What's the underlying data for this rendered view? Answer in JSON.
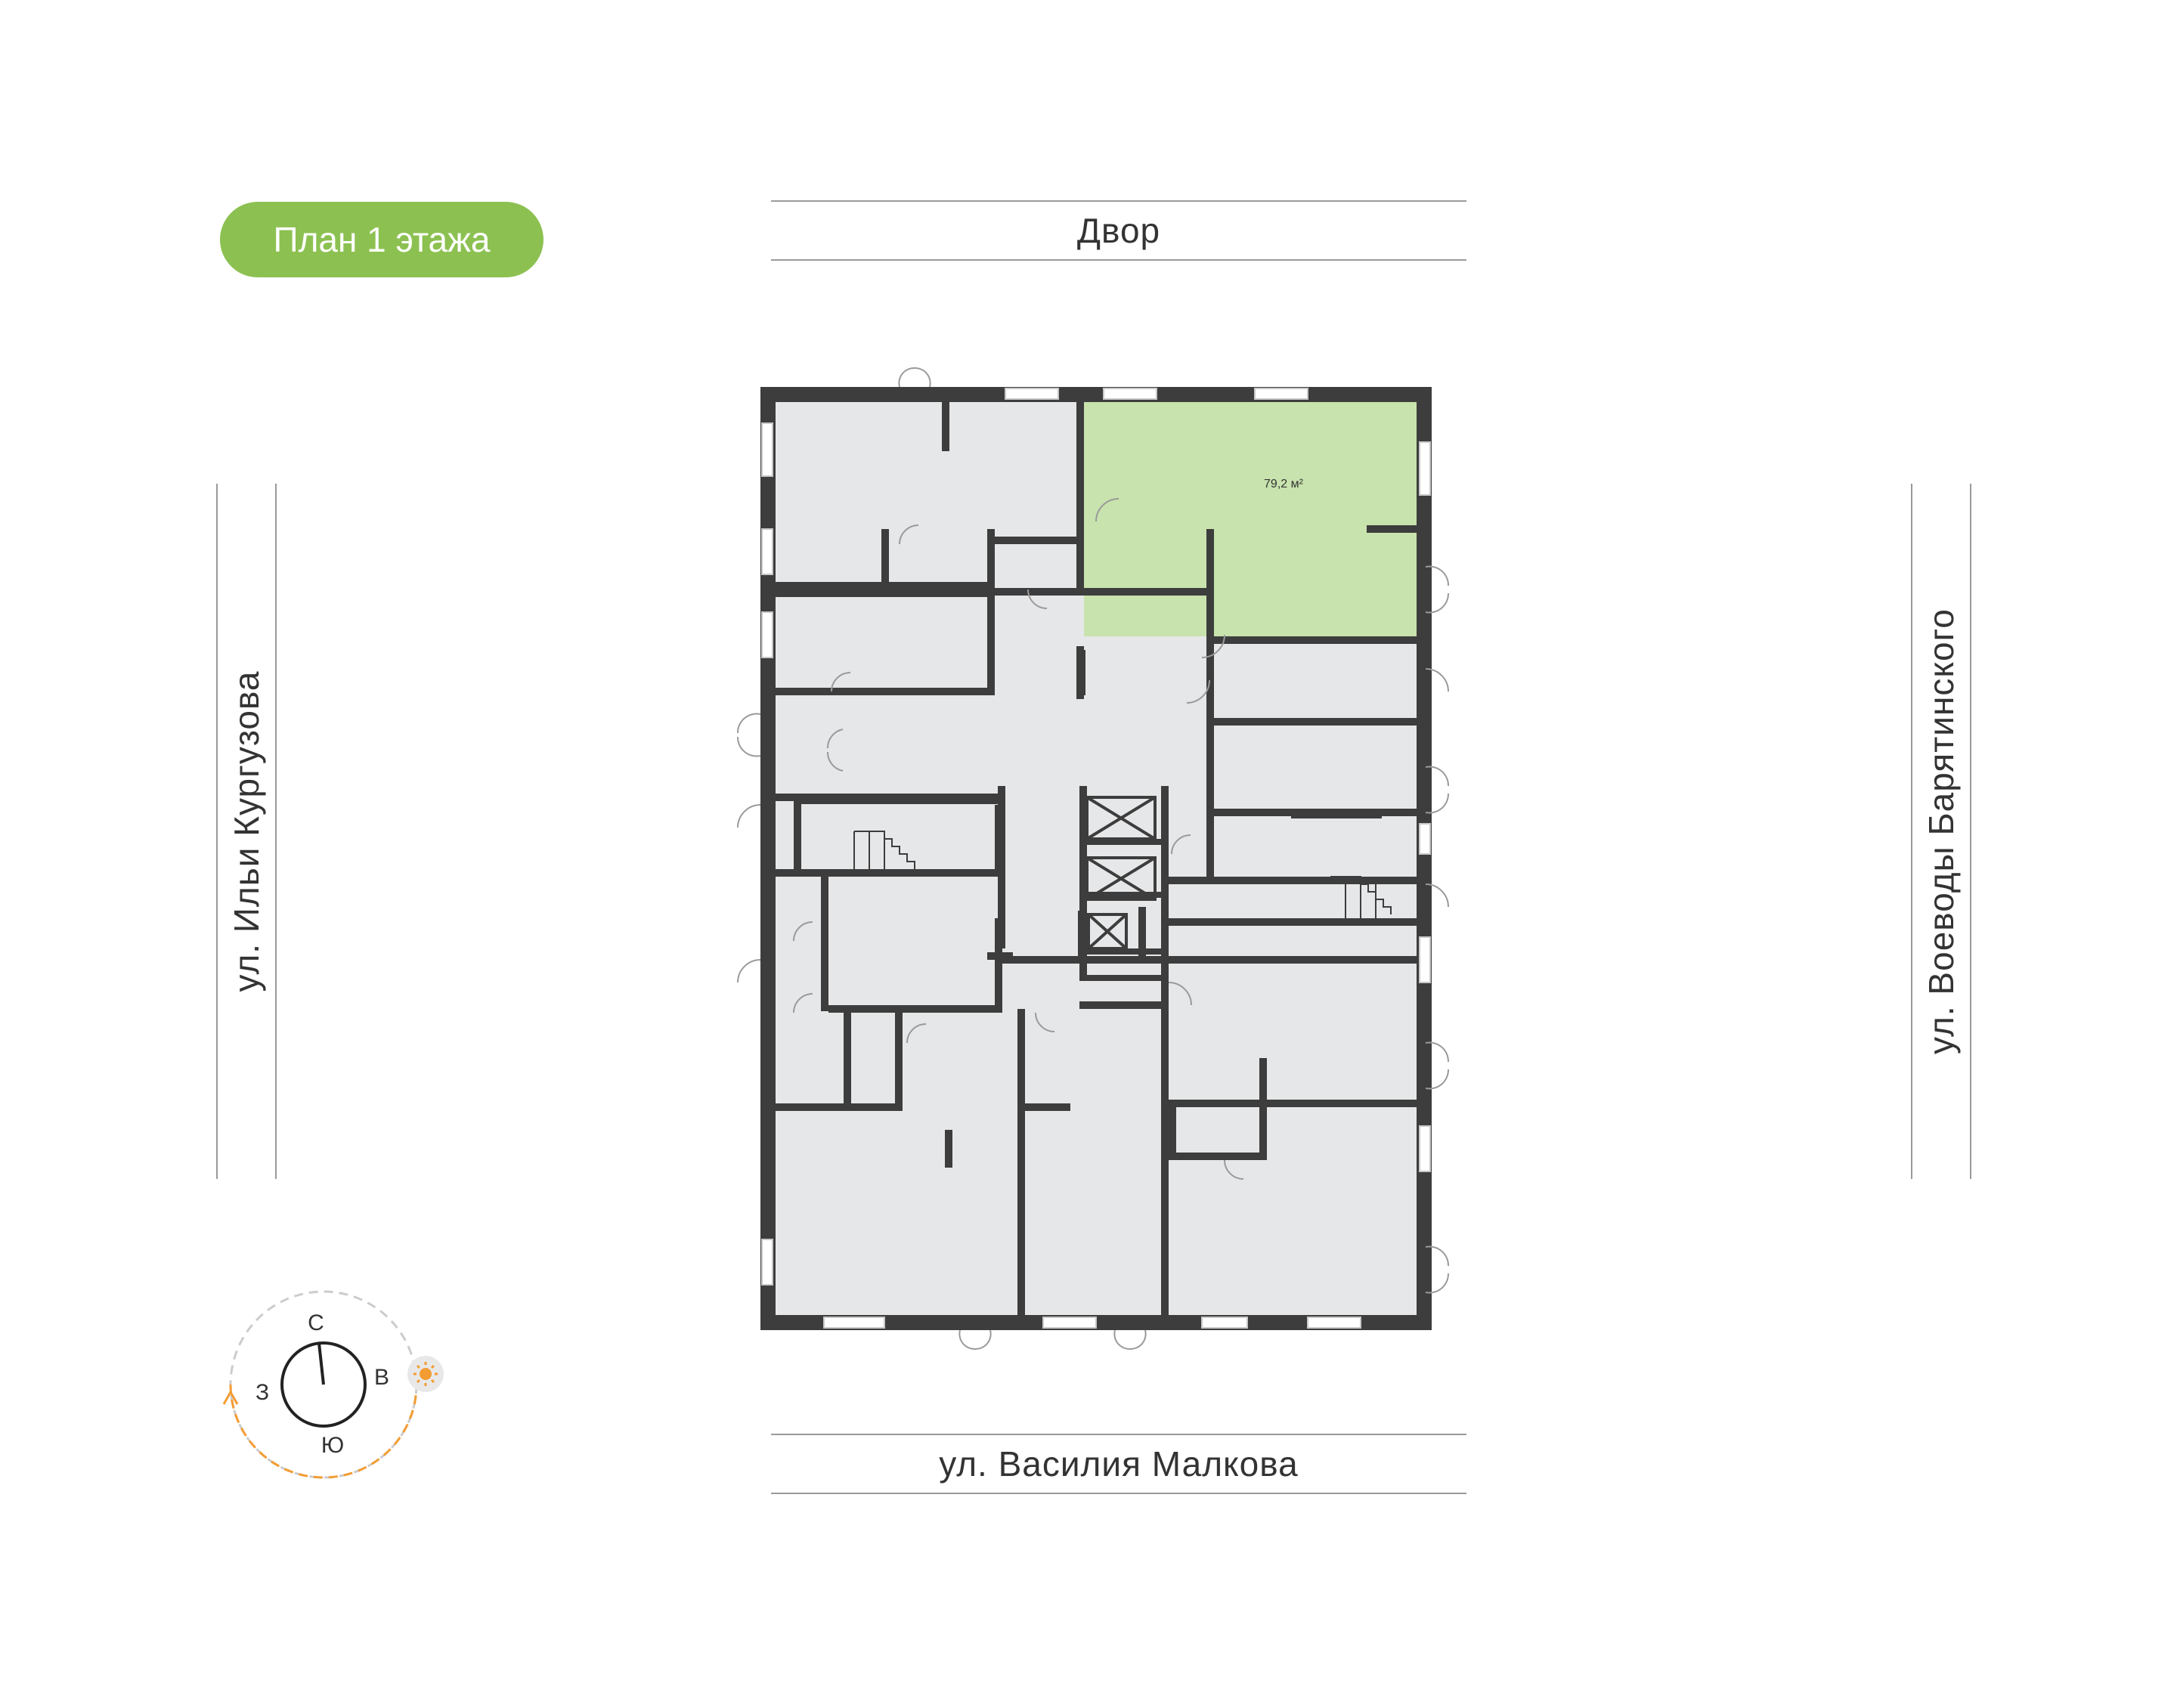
{
  "plan": {
    "title": "План 1 этажа",
    "unit_area": "79,2 м²",
    "accent_color": "#8cc152",
    "highlight_color": "#c8e3ad",
    "wall_color": "#3d3d3d",
    "floor_color": "#e6e7e8"
  },
  "streets": {
    "top": "Двор",
    "bottom": "ул. Василия Малкова",
    "left": "ул. Ильи Кургузова",
    "right": "ул. Воеводы Барятинского"
  },
  "compass": {
    "north": "С",
    "east": "В",
    "south": "Ю",
    "west": "З",
    "sun_icon": "sun-icon",
    "sun_color": "#f39c33"
  }
}
